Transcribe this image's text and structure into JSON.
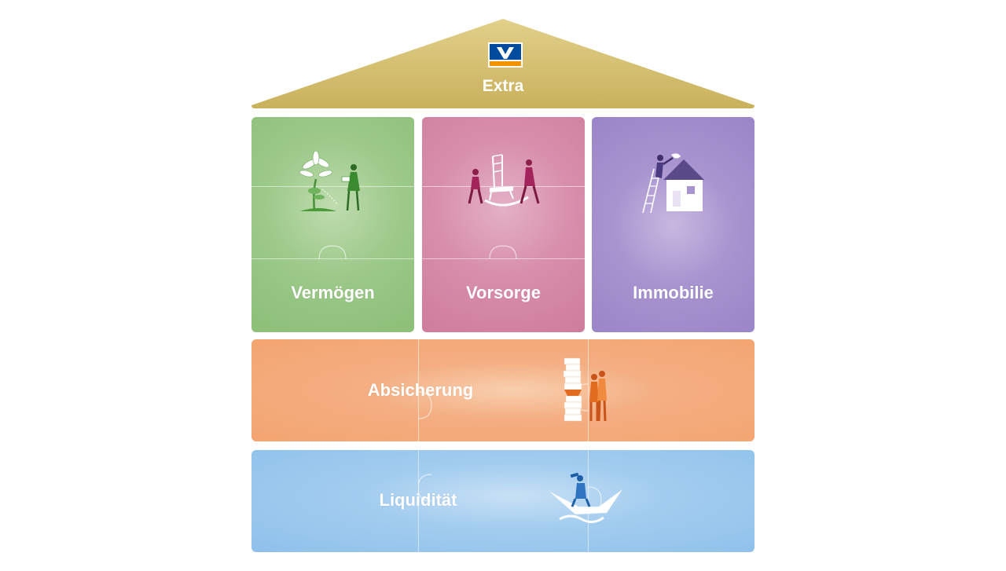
{
  "roof": {
    "label": "Extra",
    "color": "#d4bf6e",
    "logo": {
      "icon": "volksbank-logo-icon",
      "colors": [
        "#004b9e",
        "#f39200",
        "#ffffff"
      ]
    }
  },
  "pillars": [
    {
      "label": "Vermögen",
      "color": "#9dc98a",
      "illustration": "plant-watering-icon"
    },
    {
      "label": "Vorsorge",
      "color": "#d88fac",
      "illustration": "rocking-chair-icon"
    },
    {
      "label": "Immobilie",
      "color": "#a894cf",
      "illustration": "house-roof-repair-icon"
    }
  ],
  "bands": [
    {
      "label": "Absicherung",
      "color": "#f4ae82",
      "illustration": "couple-protection-icon"
    },
    {
      "label": "Liquidität",
      "color": "#a3cdef",
      "illustration": "paper-boat-icon"
    }
  ]
}
